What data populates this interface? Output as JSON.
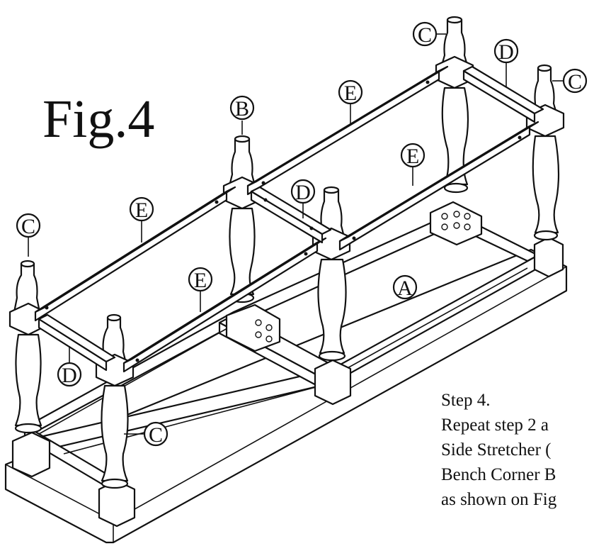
{
  "figure": {
    "title": "Fig.4"
  },
  "part_labels": {
    "A": "A",
    "B": "B",
    "C": "C",
    "D": "D",
    "E": "E"
  },
  "instructions": {
    "step": "Step 4.",
    "line1": "Repeat step 2 a",
    "line2": "Side Stretcher (",
    "line3": "Bench Corner B",
    "line4": "as shown on Fig"
  }
}
